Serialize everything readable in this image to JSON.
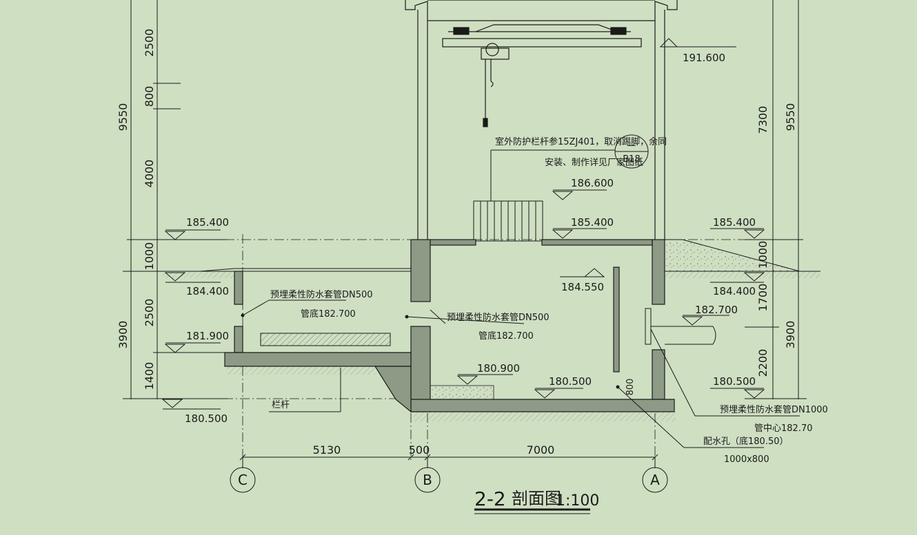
{
  "drawing": {
    "title": "2-2",
    "title_cn": "剖面图",
    "scale": "1:100"
  },
  "levels": {
    "crane_rail": "191.600",
    "railing_top": "186.600",
    "roof_top_mid": "185.400",
    "roof_left": "185.400",
    "roof_right": "185.400",
    "ground_left": "184.400",
    "ground_right": "184.400",
    "platform": "184.550",
    "pit_left": "181.900",
    "pipe_center_right": "182.700",
    "floor_left": "180.500",
    "floor_sump": "180.900",
    "floor_main": "180.500",
    "floor_right": "180.500"
  },
  "dims_left": {
    "d2500_top": "2500",
    "d800": "800",
    "d4000": "4000",
    "d1000": "1000",
    "d2500_mid": "2500",
    "d1400": "1400",
    "total_upper": "9550",
    "total_lower": "3900"
  },
  "dims_right": {
    "d7300": "7300",
    "d1000": "1000",
    "d1700": "1700",
    "d2200": "2200",
    "total_upper": "9550",
    "total_lower": "3900"
  },
  "dims_bottom": {
    "d5130": "5130",
    "d500": "500",
    "d7000": "7000",
    "d800_small": "800"
  },
  "axes": {
    "c": "C",
    "b": "B",
    "a": "A"
  },
  "notes": {
    "railing_line1": "室外防护栏杆参15ZJ401，取消踢脚，余同",
    "railing_line2": "安装、制作详见厂家图纸",
    "detail_top": "—",
    "detail_bottom": "B18",
    "sleeve_left_1": "预埋柔性防水套管DN500",
    "sleeve_left_2": "管底182.700",
    "sleeve_mid_1": "预埋柔性防水套管DN500",
    "sleeve_mid_2": "管底182.700",
    "sleeve_right_1": "预埋柔性防水套管DN1000",
    "sleeve_right_2": "管中心182.70",
    "drain_1": "配水孔（底180.50）",
    "drain_2": "1000x800",
    "railing_label": "栏杆"
  },
  "colors": {
    "background": "#cfdfc2",
    "line": "#1a1a1a",
    "concrete": "#8d9a86"
  }
}
